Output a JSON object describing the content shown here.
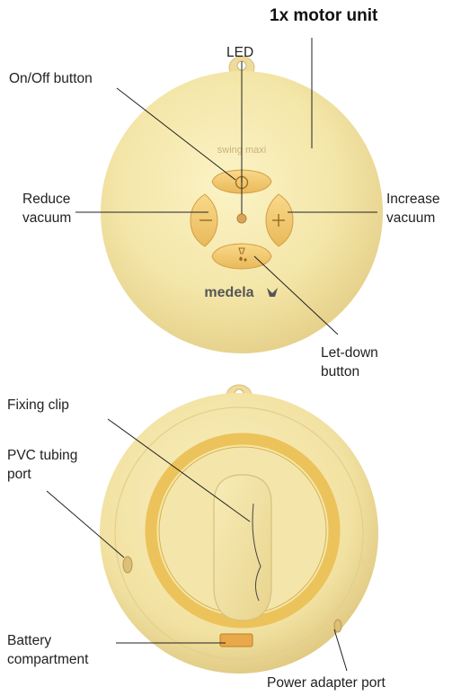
{
  "title": "1x motor unit",
  "front": {
    "brand_small": "swing maxi",
    "logo_text": "medela",
    "labels": {
      "led": "LED",
      "on_off": "On/Off button",
      "reduce_line1": "Reduce",
      "reduce_line2": "vacuum",
      "increase_line1": "Increase",
      "increase_line2": "vacuum",
      "letdown_line1": "Let-down",
      "letdown_line2": "button"
    }
  },
  "back": {
    "labels": {
      "fixing_clip": "Fixing clip",
      "pvc_line1": "PVC tubing",
      "pvc_line2": "port",
      "battery_line1": "Battery",
      "battery_line2": "compartment",
      "power_adapter": "Power adapter port"
    }
  }
}
